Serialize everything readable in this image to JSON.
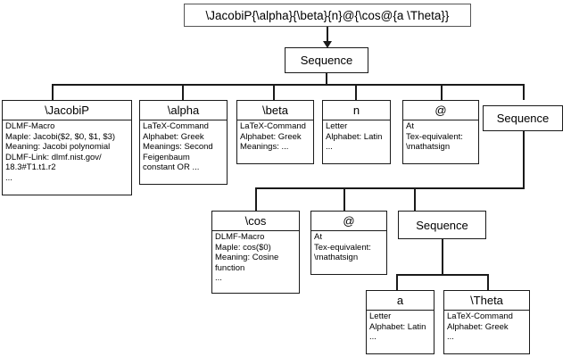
{
  "diagram": {
    "type": "parse-tree",
    "root": {
      "label": "\\JacobiP{\\alpha}{\\beta}{n}@{\\cos@{a \\Theta}}"
    },
    "sequence_labels": {
      "top": "Sequence",
      "level1_right": "Sequence",
      "level2_right": "Sequence"
    },
    "nodes": {
      "jacobip": {
        "title": "\\JacobiP",
        "lines": [
          "DLMF-Macro",
          "Maple: Jacobi($2, $0, $1, $3)",
          "Meaning: Jacobi polynomial",
          "DLMF-Link: dlmf.nist.gov/",
          "18.3#T1.t1.r2",
          "..."
        ]
      },
      "alpha": {
        "title": "\\alpha",
        "lines": [
          "LaTeX-Command",
          "Alphabet: Greek",
          "Meanings: Second",
          "Feigenbaum",
          "constant OR ..."
        ]
      },
      "beta": {
        "title": "\\beta",
        "lines": [
          "LaTeX-Command",
          "Alphabet: Greek",
          "Meanings: ..."
        ]
      },
      "n": {
        "title": "n",
        "lines": [
          "Letter",
          "Alphabet: Latin",
          "..."
        ]
      },
      "at1": {
        "title": "@",
        "lines": [
          "At",
          "Tex-equivalent:",
          "\\mathatsign"
        ]
      },
      "cos": {
        "title": "\\cos",
        "lines": [
          "DLMF-Macro",
          "Maple: cos($0)",
          "Meaning: Cosine",
          "function",
          "..."
        ]
      },
      "at2": {
        "title": "@",
        "lines": [
          "At",
          "Tex-equivalent:",
          "\\mathatsign"
        ]
      },
      "a": {
        "title": "a",
        "lines": [
          "Letter",
          "Alphabet: Latin",
          "..."
        ]
      },
      "theta": {
        "title": "\\Theta",
        "lines": [
          "LaTeX-Command",
          "Alphabet: Greek",
          "..."
        ]
      }
    },
    "colors": {
      "stroke": "#1a1a1a",
      "root_stroke": "#555555",
      "background": "#ffffff",
      "text": "#000000"
    }
  }
}
